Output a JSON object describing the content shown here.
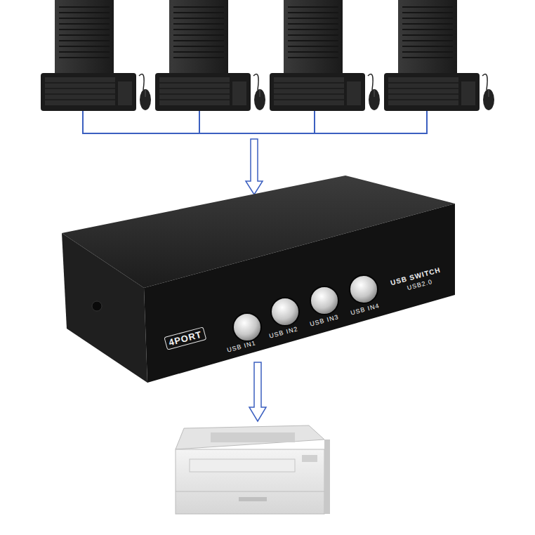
{
  "diagram": {
    "labels": [
      "4PORT",
      "USB IN1",
      "USB IN2",
      "USB IN3",
      "USB IN4",
      "USB SWITCH",
      "USB2.0"
    ]
  }
}
